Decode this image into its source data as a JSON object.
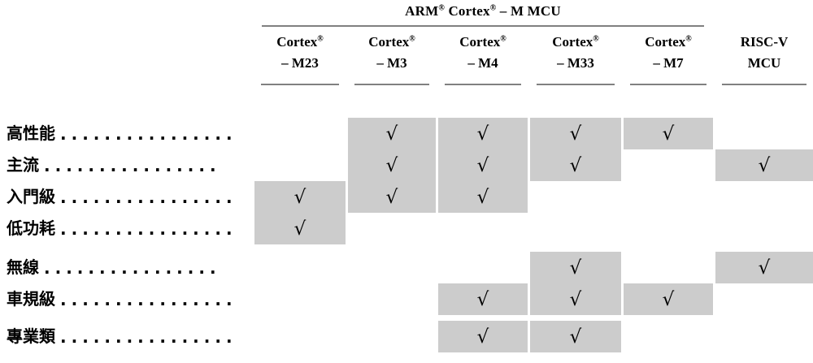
{
  "table": {
    "group_header": "ARM® Cortex® – M MCU",
    "columns": [
      {
        "id": "cortex-m23",
        "line1": "Cortex®",
        "line2": "– M23"
      },
      {
        "id": "cortex-m3",
        "line1": "Cortex®",
        "line2": "– M3"
      },
      {
        "id": "cortex-m4",
        "line1": "Cortex®",
        "line2": "– M4"
      },
      {
        "id": "cortex-m33",
        "line1": "Cortex®",
        "line2": "– M33"
      },
      {
        "id": "cortex-m7",
        "line1": "Cortex®",
        "line2": "– M7"
      },
      {
        "id": "risc-v",
        "line1": "RISC-V",
        "line2": "MCU"
      }
    ],
    "leader": "................",
    "check_mark": "√",
    "rows": [
      {
        "id": "high-performance",
        "label": "高性能",
        "marks": [
          false,
          true,
          true,
          true,
          true,
          false
        ]
      },
      {
        "id": "mainstream",
        "label": "主流",
        "marks": [
          false,
          true,
          true,
          true,
          false,
          true
        ]
      },
      {
        "id": "entry-level",
        "label": "入門級",
        "marks": [
          true,
          true,
          true,
          false,
          false,
          false
        ]
      },
      {
        "id": "low-power",
        "label": "低功耗",
        "marks": [
          true,
          false,
          false,
          false,
          false,
          false
        ]
      },
      {
        "id": "wireless",
        "label": "無線",
        "marks": [
          false,
          false,
          false,
          true,
          false,
          true
        ]
      },
      {
        "id": "automotive",
        "label": "車規級",
        "marks": [
          false,
          false,
          true,
          true,
          true,
          false
        ]
      },
      {
        "id": "specialty",
        "label": "專業類",
        "marks": [
          false,
          false,
          true,
          true,
          false,
          false
        ]
      }
    ],
    "colors": {
      "highlight": "#cccccc",
      "rule": "#808080",
      "text": "#000000",
      "background": "#ffffff"
    }
  }
}
